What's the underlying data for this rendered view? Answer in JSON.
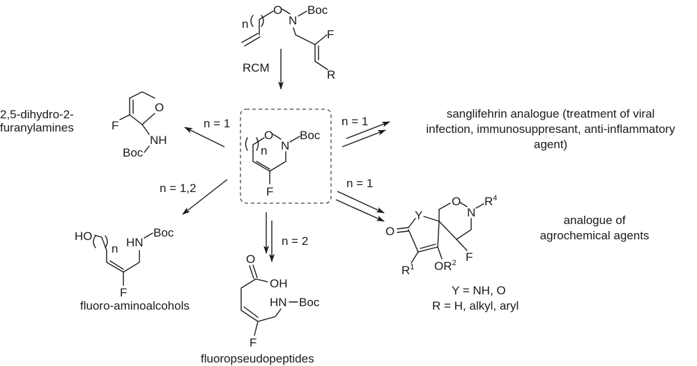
{
  "diagram": {
    "title": "RCM-derived fluorinated 1,2-oxazine scaffold and applications",
    "starting_material": {
      "n_label": "n",
      "atoms": {
        "O": "O",
        "N": "N",
        "Boc": "Boc",
        "F": "F",
        "R": "R"
      }
    },
    "rcm_label": "RCM",
    "core": {
      "n_label": "n",
      "atoms": {
        "O": "O",
        "N": "N",
        "Boc": "Boc",
        "F": "F"
      }
    },
    "routes": [
      {
        "id": "furanylamines",
        "condition": "n = 1",
        "arrow": "single",
        "name_lines": [
          "2,5-dihydro-2-",
          "furanylamines"
        ],
        "atoms": {
          "O": "O",
          "F": "F",
          "NH": "NH",
          "Boc": "Boc"
        }
      },
      {
        "id": "sanglifehrin",
        "condition": "n = 1",
        "arrow": "double",
        "name_lines": [
          "sanglifehrin analogue (treatment of viral",
          "infection, immunosuppresant, anti-inflammatory",
          "agent)"
        ]
      },
      {
        "id": "aminoalcohols",
        "condition": "n = 1,2",
        "arrow": "single",
        "name_lines": [
          "fluoro-aminoalcohols"
        ],
        "atoms": {
          "HO": "HO",
          "n": "n",
          "HN": "HN",
          "Boc": "Boc",
          "F": "F"
        }
      },
      {
        "id": "pseudopeptides",
        "condition": "n = 2",
        "arrow": "double",
        "name_lines": [
          "fluoropseudopeptides"
        ],
        "atoms": {
          "O": "O",
          "OH": "OH",
          "HN": "HN",
          "Boc": "Boc",
          "F": "F"
        }
      },
      {
        "id": "agrochemical",
        "condition": "n = 1",
        "arrow": "double",
        "name_lines": [
          "analogue of",
          "agrochemical agents"
        ],
        "atoms": {
          "O_ring": "O",
          "N": "N",
          "R4": "R",
          "R4_sup": "4",
          "Y": "Y",
          "O_keto": "O",
          "R1": "R",
          "R1_sup": "1",
          "OR2": "OR",
          "OR2_sup": "2",
          "F": "F"
        },
        "notes": [
          "Y = NH, O",
          "R = H, alkyl, aryl"
        ]
      }
    ]
  }
}
